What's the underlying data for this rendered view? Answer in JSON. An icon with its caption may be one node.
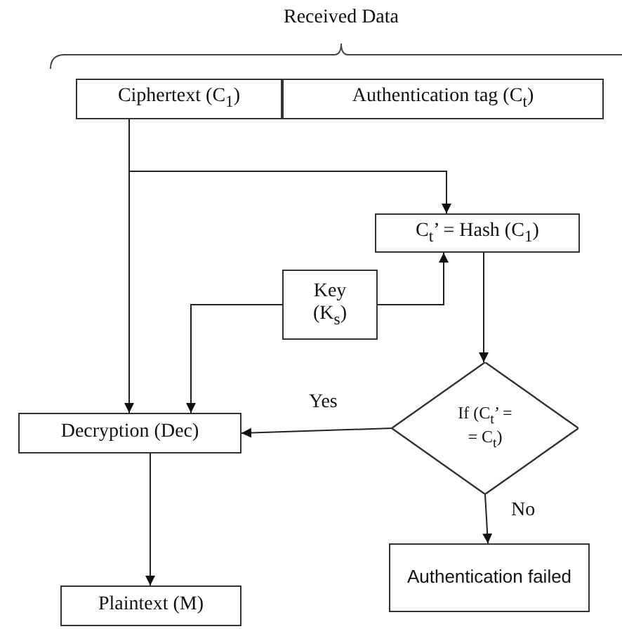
{
  "diagram": {
    "nodes": [
      {
        "text": [
          "Ciphertext (C$_{1}$)"
        ]
      },
      {
        "text": [
          "Authentication tag (C$_{t}$)"
        ]
      },
      {
        "text": [
          "C$_{t}$’ = Hash (C$_{1}$)"
        ]
      },
      {
        "text": [
          "Key (K$_{s}$)"
        ]
      },
      {
        "text": [
          "If (C$_{t}$’ = = C$_{t}$)"
        ]
      },
      {
        "text": [
          "Decryption (Dec)"
        ]
      },
      {
        "text": [
          "Authentication failed"
        ]
      },
      {
        "text": [
          "Plaintext (M)"
        ]
      }
    ],
    "edges": [
      {
        "from": 0,
        "to": 2,
        "arrow": "to"
      },
      {
        "from": 0,
        "to": 5,
        "arrow": "to"
      },
      {
        "from": 3,
        "to": 2,
        "arrow": "to"
      },
      {
        "from": 3,
        "to": 5,
        "arrow": "to"
      },
      {
        "from": 2,
        "to": 4,
        "arrow": "to"
      },
      {
        "from": 4,
        "to": 5,
        "arrow": "to",
        "label": "Yes"
      },
      {
        "from": 4,
        "to": 6,
        "arrow": "to",
        "label": "No"
      },
      {
        "from": 5,
        "to": 7,
        "arrow": "to"
      }
    ],
    "labels": [
      "Received Data"
    ]
  }
}
